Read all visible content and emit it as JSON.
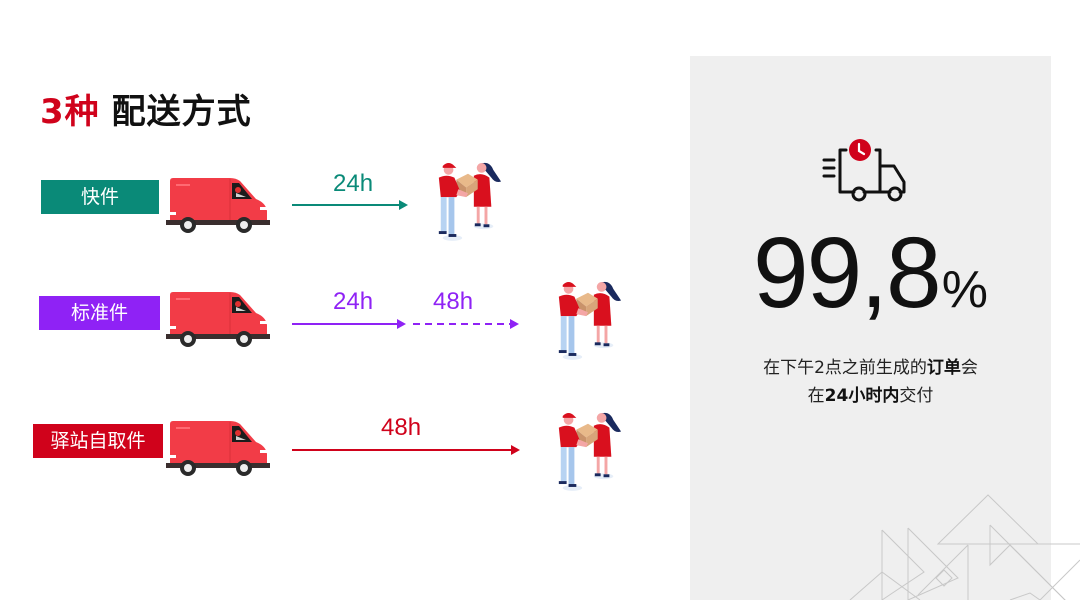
{
  "header": {
    "title_count": "3种",
    "title_main": "配送方式"
  },
  "colors": {
    "express": "#0a8a78",
    "standard": "#8f22f5",
    "pickup": "#d0021b",
    "van": "#f23c47",
    "panel_bg": "#efefef",
    "accent_red": "#d0021b"
  },
  "delivery_methods": [
    {
      "label": "快件",
      "color": "#0a8a78",
      "segments": [
        {
          "label": "24h",
          "style": "solid"
        }
      ]
    },
    {
      "label": "标准件",
      "color": "#8f22f5",
      "segments": [
        {
          "label": "24h",
          "style": "solid"
        },
        {
          "label": "48h",
          "style": "dashed"
        }
      ]
    },
    {
      "label": "驿站自取件",
      "color": "#d0021b",
      "segments": [
        {
          "label": "48h",
          "style": "solid"
        }
      ]
    }
  ],
  "stat_panel": {
    "icon": "delivery-truck-clock-icon",
    "value": "99,8",
    "unit": "%",
    "desc_line1_prefix": "在下午2点之前生成的",
    "desc_line1_bold": "订单",
    "desc_line1_suffix": "会",
    "desc_line2_prefix": "在",
    "desc_line2_bold": "24小时内",
    "desc_line2_suffix": "交付"
  },
  "icons": {
    "van": "delivery-van-icon",
    "handover": "package-handover-icon",
    "decoration": "geometric-lines-decoration"
  }
}
